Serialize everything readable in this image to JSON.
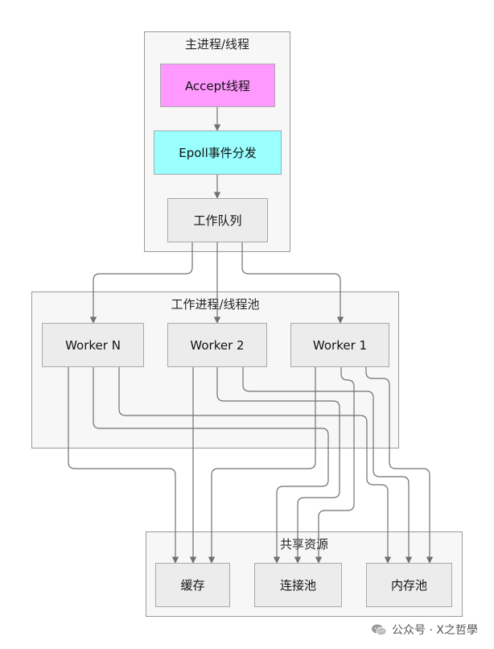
{
  "groups": {
    "main": {
      "title": "主进程/线程"
    },
    "workers": {
      "title": "工作进程/线程池"
    },
    "shared": {
      "title": "共享资源"
    }
  },
  "nodes": {
    "accept": {
      "label": "Accept线程",
      "fill": "#ff99ff"
    },
    "epoll": {
      "label": "Epoll事件分发",
      "fill": "#99ffff"
    },
    "queue": {
      "label": "工作队列"
    },
    "worker_n": {
      "label": "Worker N"
    },
    "worker_2": {
      "label": "Worker 2"
    },
    "worker_1": {
      "label": "Worker 1"
    },
    "cache": {
      "label": "缓存"
    },
    "conn_pool": {
      "label": "连接池"
    },
    "mem_pool": {
      "label": "内存池"
    }
  },
  "edges": [
    {
      "from": "accept",
      "to": "epoll"
    },
    {
      "from": "epoll",
      "to": "queue"
    },
    {
      "from": "queue",
      "to": "worker_n"
    },
    {
      "from": "queue",
      "to": "worker_2"
    },
    {
      "from": "queue",
      "to": "worker_1"
    },
    {
      "from": "worker_n",
      "to": "cache"
    },
    {
      "from": "worker_n",
      "to": "conn_pool"
    },
    {
      "from": "worker_n",
      "to": "mem_pool"
    },
    {
      "from": "worker_2",
      "to": "cache"
    },
    {
      "from": "worker_2",
      "to": "conn_pool"
    },
    {
      "from": "worker_2",
      "to": "mem_pool"
    },
    {
      "from": "worker_1",
      "to": "cache"
    },
    {
      "from": "worker_1",
      "to": "conn_pool"
    },
    {
      "from": "worker_1",
      "to": "mem_pool"
    }
  ],
  "watermark": {
    "text": "公众号 · X之哲學",
    "icon": "wechat-icon"
  }
}
